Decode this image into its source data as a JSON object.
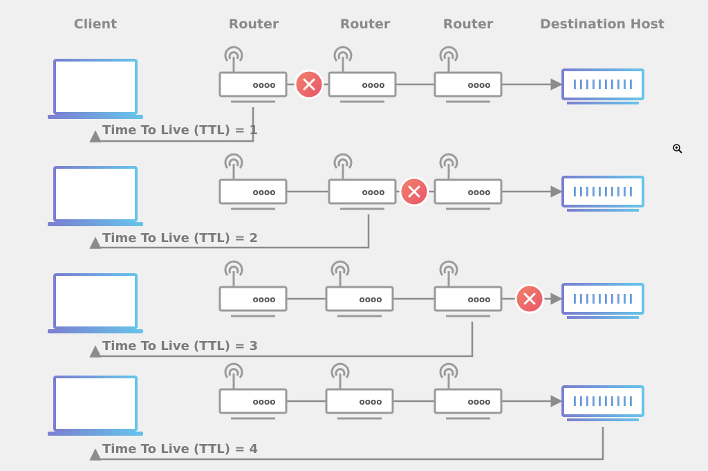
{
  "headers": {
    "client": "Client",
    "router1": "Router",
    "router2": "Router",
    "router3": "Router",
    "destination": "Destination Host"
  },
  "router_port_label": "oooo",
  "rows": [
    {
      "ttl_label": "Time To Live (TTL) = 1",
      "failed_link": "router1-router2",
      "returned_from": "router1"
    },
    {
      "ttl_label": "Time To Live (TTL) = 2",
      "failed_link": "router2-router3",
      "returned_from": "router2"
    },
    {
      "ttl_label": "Time To Live (TTL) = 3",
      "failed_link": "router3-destination",
      "returned_from": "router3"
    },
    {
      "ttl_label": "Time To Live (TTL) = 4",
      "failed_link": "none",
      "returned_from": "destination"
    }
  ],
  "icons": {
    "client": "laptop-icon",
    "router": "router-icon",
    "destination": "server-icon",
    "failure": "x-circle-icon",
    "zoom": "zoom-in-icon"
  },
  "colors": {
    "line": "#8c8c8c",
    "device_outline": "#9a9a9a",
    "gradient_start": "#7b7fd0",
    "gradient_end": "#66c4ea",
    "failure_start": "#f0836a",
    "failure_end": "#e9546b",
    "background": "#f0f0f0"
  }
}
